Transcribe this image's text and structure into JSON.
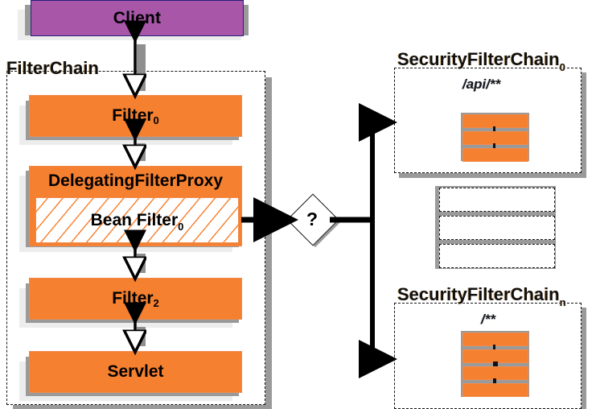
{
  "diagram": {
    "title": "Spring Security FilterChain delegation diagram",
    "colors": {
      "orange": "#f5802f",
      "purple": "#a756a8",
      "client_border": "#25207a",
      "shadow_mid": "#9a9a9a",
      "shadow_outer": "#ededed",
      "line": "#000000"
    }
  },
  "client": {
    "label": "Client"
  },
  "filter_chain": {
    "package_label": "FilterChain",
    "nodes": [
      {
        "name": "filter-0",
        "label": "Filter",
        "subscript": "0",
        "type": "filter"
      },
      {
        "name": "delegating-filter-proxy",
        "label": "DelegatingFilterProxy",
        "subscript": "",
        "type": "proxy",
        "inner": {
          "name": "bean-filter-0",
          "label": "Bean Filter",
          "subscript": "0",
          "fill": "hatched"
        }
      },
      {
        "name": "filter-2",
        "label": "Filter",
        "subscript": "2",
        "type": "filter"
      },
      {
        "name": "servlet",
        "label": "Servlet",
        "subscript": "",
        "type": "servlet"
      }
    ]
  },
  "decision": {
    "label": "?",
    "name": "decision-diamond"
  },
  "security_chains": [
    {
      "name": "security-filter-chain-0",
      "label": "SecurityFilterChain",
      "subscript": "0",
      "pattern": "/api/**",
      "filter_count": 3
    },
    {
      "name": "security-filter-chain-n",
      "label": "SecurityFilterChain",
      "subscript": "n",
      "pattern": "/**",
      "filter_count": 4
    }
  ],
  "ellipsis_placeholder": {
    "name": "chain-ellipsis-placeholder",
    "box_count": 3
  },
  "connectors": [
    {
      "name": "client-to-filter0",
      "style": "double-arrow-vertical"
    },
    {
      "name": "filter0-to-proxy",
      "style": "double-arrow-vertical"
    },
    {
      "name": "proxy-to-filter2",
      "style": "double-arrow-vertical"
    },
    {
      "name": "filter2-to-servlet",
      "style": "double-arrow-vertical"
    },
    {
      "name": "beanfilter-to-decision",
      "style": "arrow-right"
    },
    {
      "name": "decision-to-chain0",
      "style": "elbow-arrow-up-right"
    },
    {
      "name": "decision-to-chainn",
      "style": "elbow-arrow-down-right"
    }
  ]
}
